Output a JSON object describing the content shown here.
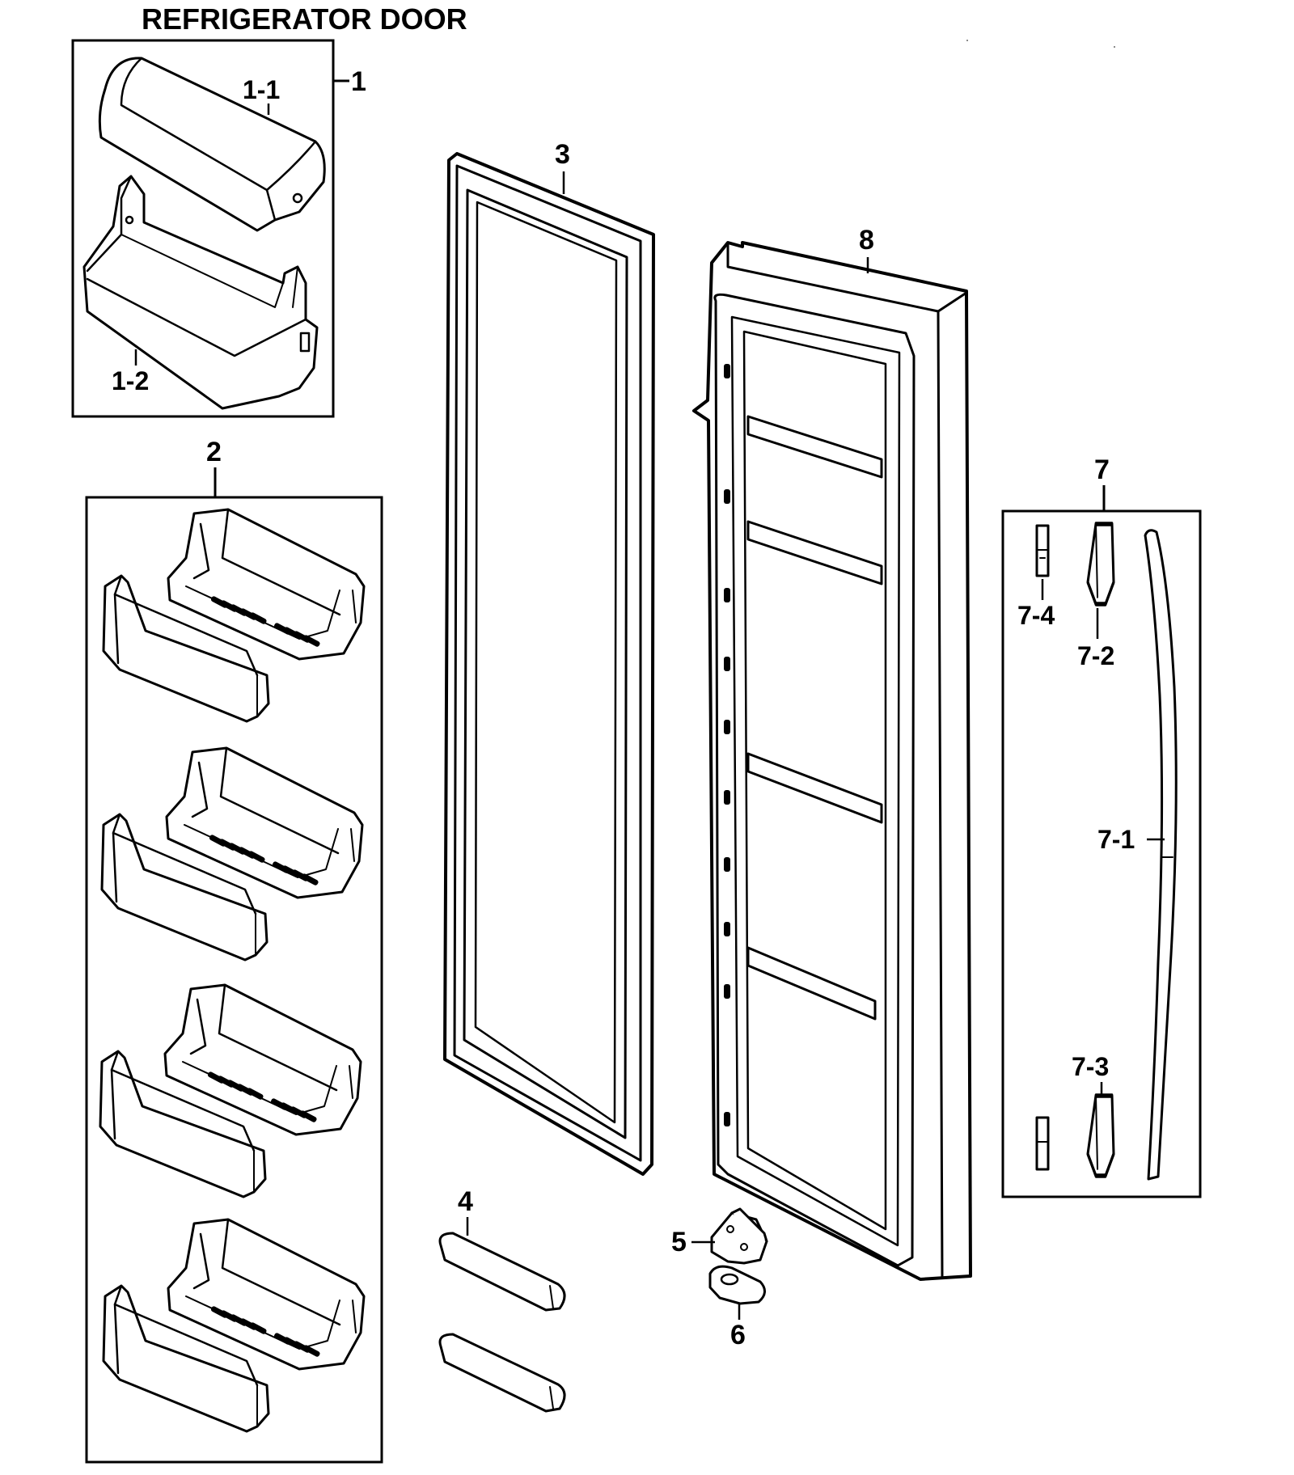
{
  "title": "REFRIGERATOR DOOR",
  "callouts": {
    "c1": "1",
    "c1_1": "1-1",
    "c1_2": "1-2",
    "c2": "2",
    "c3": "3",
    "c4": "4",
    "c5": "5",
    "c6": "6",
    "c7": "7",
    "c7_1": "7-1",
    "c7_2": "7-2",
    "c7_3": "7-3",
    "c7_4": "7-4",
    "c8": "8"
  }
}
